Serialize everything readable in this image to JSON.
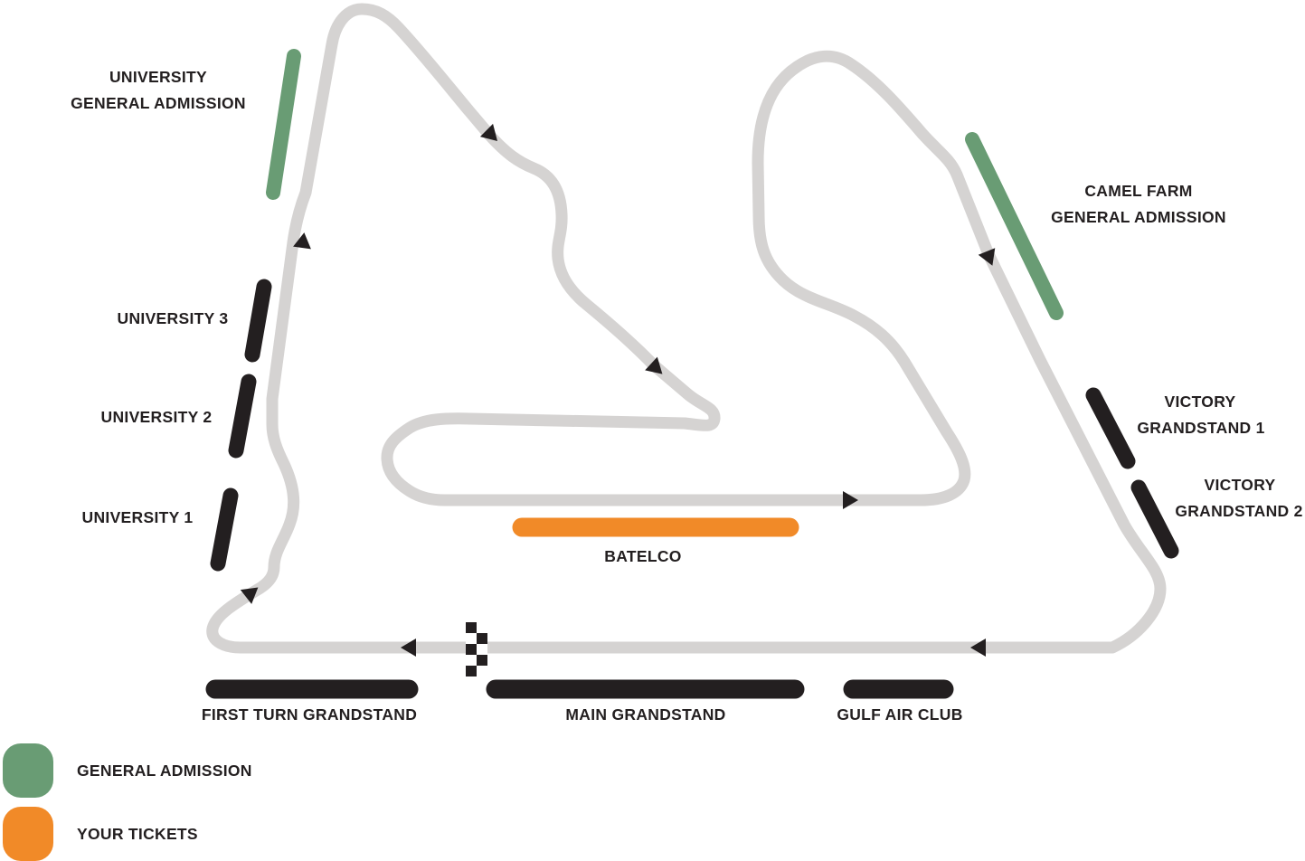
{
  "map": {
    "name": "circuit-seating-map",
    "track": {
      "color": "#d5d3d2",
      "direction_arrow_count": 8,
      "start_finish_marker": "checkered-flag"
    },
    "colors": {
      "grandstand": "#231f20",
      "general_admission": "#699c74",
      "your_tickets": "#f18a28",
      "track": "#d5d3d2",
      "label_text": "#231f20",
      "background": "#ffffff"
    },
    "sections": {
      "university_ga": {
        "line1": "UNIVERSITY",
        "line2": "GENERAL ADMISSION",
        "category": "general-admission"
      },
      "university_3": {
        "label": "UNIVERSITY 3",
        "category": "grandstand"
      },
      "university_2": {
        "label": "UNIVERSITY 2",
        "category": "grandstand"
      },
      "university_1": {
        "label": "UNIVERSITY 1",
        "category": "grandstand"
      },
      "first_turn": {
        "label": "FIRST TURN GRANDSTAND",
        "category": "grandstand"
      },
      "main_grandstand": {
        "label": "MAIN GRANDSTAND",
        "category": "grandstand"
      },
      "gulf_air_club": {
        "label": "GULF AIR CLUB",
        "category": "grandstand"
      },
      "batelco": {
        "label": "BATELCO",
        "category": "your-tickets"
      },
      "camel_farm_ga": {
        "line1": "CAMEL FARM",
        "line2": "GENERAL ADMISSION",
        "category": "general-admission"
      },
      "victory_1": {
        "line1": "VICTORY",
        "line2": "GRANDSTAND 1",
        "category": "grandstand"
      },
      "victory_2": {
        "line1": "VICTORY",
        "line2": "GRANDSTAND 2",
        "category": "grandstand"
      }
    },
    "legend": {
      "items": [
        {
          "label": "GENERAL ADMISSION",
          "color": "#699c74"
        },
        {
          "label": "YOUR TICKETS",
          "color": "#f18a28"
        }
      ]
    }
  }
}
